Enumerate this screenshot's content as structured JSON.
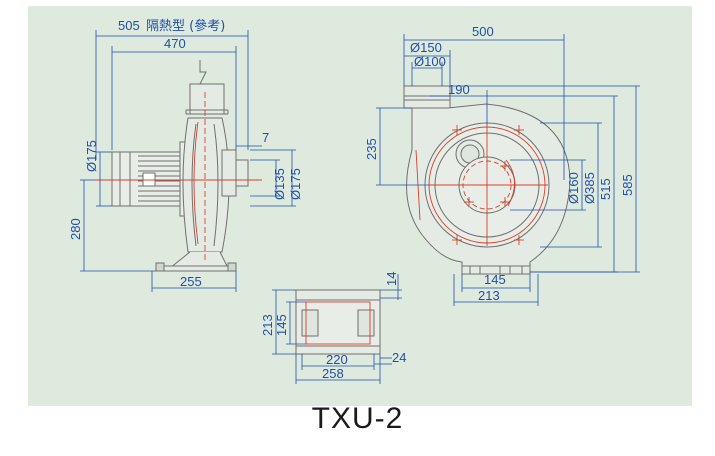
{
  "caption": "TXU-2",
  "colors": {
    "panel_bg": "#dfeadf",
    "outline": "#6f6f6f",
    "dimension": "#1f4fa8",
    "centerline": "#d8402a"
  },
  "side_view": {
    "top_dim_1": "505",
    "top_dim_1_note": "隔熱型 (參考)",
    "top_dim_2": "470",
    "dim_flange": "7",
    "dim_motor_dia": "Ø175",
    "dim_height": "280",
    "dim_dia_135": "Ø135",
    "dim_dia_175": "Ø175",
    "dim_base": "255"
  },
  "front_view": {
    "dim_width": "500",
    "dim_dia_150": "Ø150",
    "dim_dia_100": "Ø100",
    "dim_190": "190",
    "dim_235": "235",
    "dim_dia_160": "Ø160",
    "dim_dia_385": "Ø385",
    "dim_515": "515",
    "dim_585": "585",
    "dim_145": "145",
    "dim_213": "213"
  },
  "base_view": {
    "dim_14": "14",
    "dim_213": "213",
    "dim_145": "145",
    "dim_220": "220",
    "dim_258": "258",
    "dim_24": "24"
  }
}
